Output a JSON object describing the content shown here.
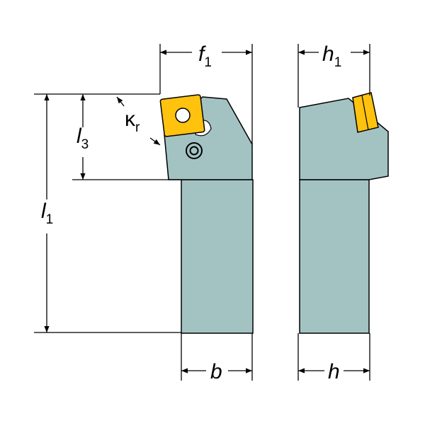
{
  "colors": {
    "holder": "#a3c3c3",
    "insert": "#ffc20e",
    "line": "#000000",
    "background": "#ffffff"
  },
  "labels": {
    "f1": {
      "main": "f",
      "sub": "1"
    },
    "h1": {
      "main": "h",
      "sub": "1"
    },
    "l1": {
      "main": "l",
      "sub": "1"
    },
    "l3": {
      "main": "l",
      "sub": "3"
    },
    "kr": {
      "main": "κ",
      "sub": "r"
    },
    "b": "b",
    "h": "h"
  }
}
